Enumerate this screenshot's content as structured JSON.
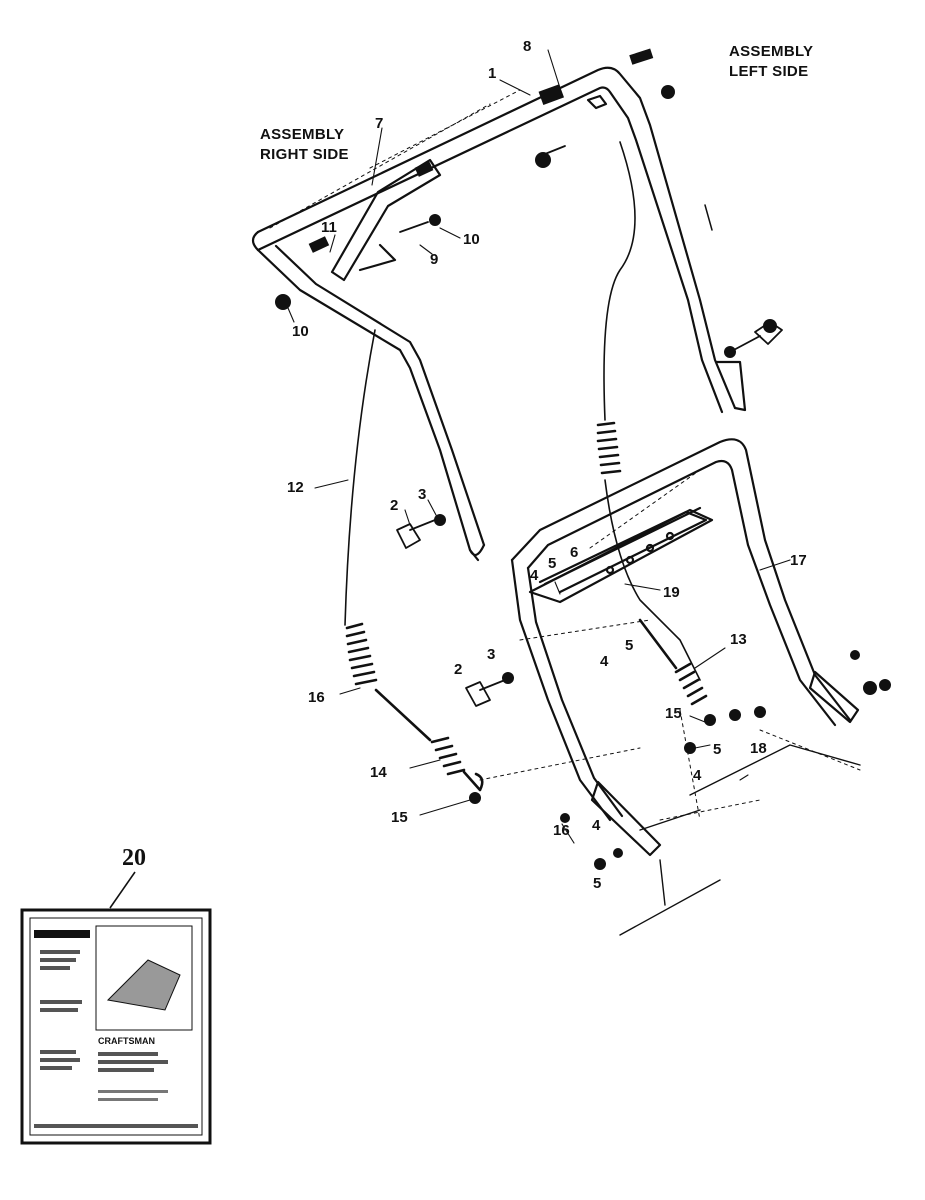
{
  "headings": {
    "left_side_line1": "ASSEMBLY",
    "left_side_line2": "LEFT SIDE",
    "right_side_line1": "ASSEMBLY",
    "right_side_line2": "RIGHT SIDE"
  },
  "callouts": [
    "1",
    "8",
    "7",
    "11",
    "9",
    "10",
    "10",
    "12",
    "2",
    "3",
    "4",
    "5",
    "6",
    "19",
    "17",
    "4",
    "5",
    "13",
    "2",
    "3",
    "16",
    "15",
    "5",
    "18",
    "4",
    "14",
    "15",
    "16",
    "4",
    "5"
  ],
  "booklet": {
    "number": "20",
    "brand": "CRAFTSMAN"
  }
}
